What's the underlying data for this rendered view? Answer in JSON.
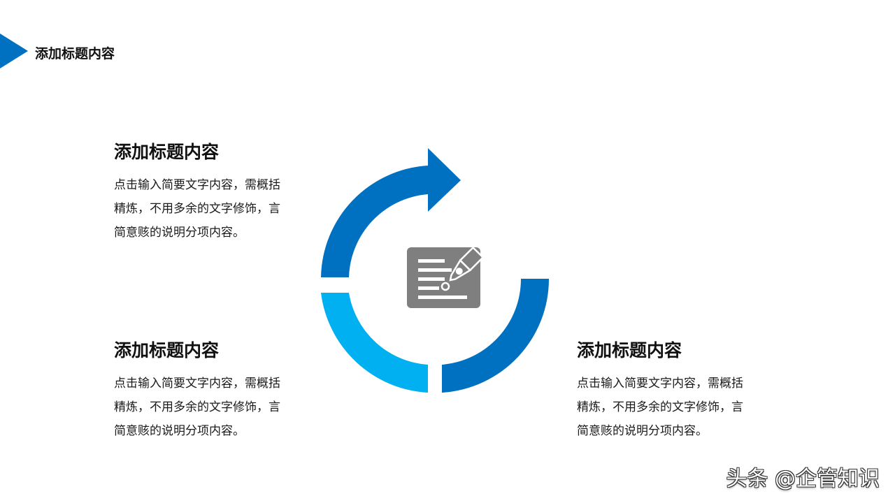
{
  "header": {
    "title": "添加标题内容"
  },
  "blocks": [
    {
      "title": "添加标题内容",
      "body": "点击输入简要文字内容，需概括\n精炼，不用多余的文字修饰，言\n简意赅的说明分项内容。"
    },
    {
      "title": "添加标题内容",
      "body": "点击输入简要文字内容，需概括\n精炼，不用多余的文字修饰，言\n简意赅的说明分项内容。"
    },
    {
      "title": "添加标题内容",
      "body": "点击输入简要文字内容，需概括\n精炼，不用多余的文字修饰，言\n简意赅的说明分项内容。"
    }
  ],
  "cycle": {
    "center_icon": "document-pen-icon",
    "arrow_icon": "arrow-right-icon"
  },
  "colors": {
    "primary_blue": "#0070C0",
    "light_blue": "#00B0F0",
    "icon_gray": "#7F7F7F"
  },
  "watermark": {
    "text": "头条 @企管知识"
  }
}
